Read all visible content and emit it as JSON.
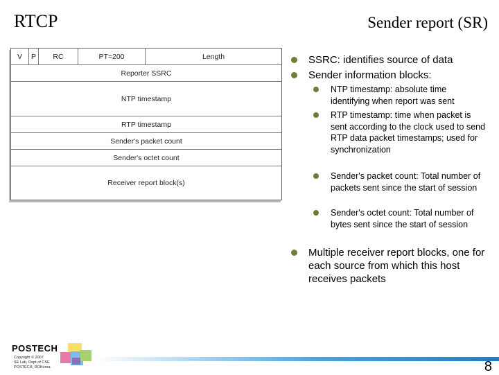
{
  "header": {
    "title_left": "RTCP",
    "title_right": "Sender report (SR)"
  },
  "diagram": {
    "fields_top": [
      "V",
      "P",
      "RC",
      "PT=200",
      "Length"
    ],
    "rows": [
      "Reporter SSRC",
      "NTP timestamp",
      "RTP timestamp",
      "Sender's packet count",
      "Sender's octet count",
      "Receiver report block(s)"
    ]
  },
  "bullets": [
    {
      "text": "SSRC: identifies source of data"
    },
    {
      "text": "Sender information blocks:"
    },
    {
      "text": "Multiple receiver report blocks, one for each source from which this host receives packets"
    }
  ],
  "sub_bullets": [
    {
      "text": "NTP timestamp: absolute time identifying when report was sent"
    },
    {
      "text": "RTP timestamp: time when packet is sent according to the clock used to send RTP data packet timestamps; used for synchronization"
    },
    {
      "text": "Sender's packet count: Total number of packets sent since the start of session"
    },
    {
      "text": "Sender's octet count: Total number of bytes sent since the start of session"
    }
  ],
  "colors": {
    "bullet": "#6b7f3a",
    "footer_bar": "#1f7fc7"
  },
  "footer": {
    "logo": "POSTECH",
    "copyright_line1": "Copyright © 2007",
    "copyright_line2": "SE Lab, Dept of CSE",
    "copyright_line3": "POSTECH, ROKorea",
    "page_number": "8"
  }
}
